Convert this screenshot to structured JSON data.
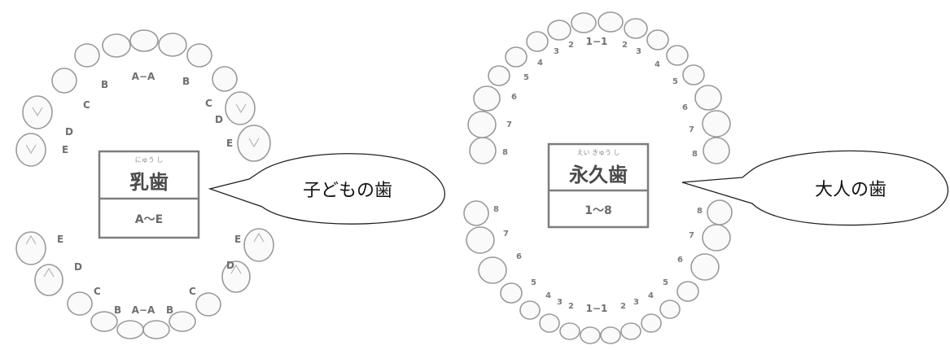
{
  "primary": {
    "ruby": "にゅう し",
    "title": "乳歯",
    "range": "A〜E",
    "upper_labels": {
      "center": "A−A",
      "left": [
        "B",
        "C",
        "D",
        "E"
      ],
      "right": [
        "B",
        "C",
        "D",
        "E"
      ]
    },
    "lower_labels": {
      "center": "A−A",
      "left": [
        "B",
        "C",
        "D",
        "E"
      ],
      "right": [
        "B",
        "C",
        "D",
        "E"
      ]
    },
    "callout": "子どもの歯"
  },
  "permanent": {
    "ruby": "えい きゅう し",
    "title": "永久歯",
    "range": "1〜8",
    "upper_labels": {
      "center": "1−1",
      "left": [
        "2",
        "3",
        "4",
        "5",
        "6",
        "7",
        "8"
      ],
      "right": [
        "2",
        "3",
        "4",
        "5",
        "6",
        "7",
        "8"
      ]
    },
    "lower_labels": {
      "center": "1−1",
      "left": [
        "2",
        "3",
        "4",
        "5",
        "6",
        "7",
        "8"
      ],
      "right": [
        "2",
        "3",
        "4",
        "5",
        "6",
        "7",
        "8"
      ]
    },
    "callout": "大人の歯"
  }
}
